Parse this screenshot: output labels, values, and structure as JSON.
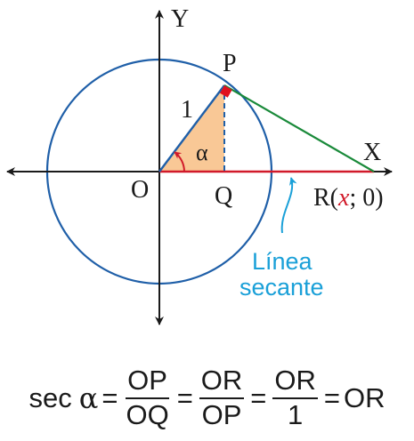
{
  "axes": {
    "x_label": "X",
    "y_label": "Y"
  },
  "points": {
    "origin": "O",
    "foot": "Q",
    "tangent_point": "P",
    "secant_point_prefix": "R(",
    "secant_point_var": "x",
    "secant_point_suffix": "; 0)"
  },
  "labels": {
    "radius": "1",
    "angle": "α",
    "line_name_1": "Línea",
    "line_name_2": "secante"
  },
  "formula": {
    "func": "sec",
    "angle": "α",
    "f1_num": "OP",
    "f1_den": "OQ",
    "f2_num": "OR",
    "f2_den": "OP",
    "f3_num": "OR",
    "f3_den": "1",
    "result": "OR"
  },
  "colors": {
    "circle": "#1f5fa8",
    "radius": "#1f5fa8",
    "triangle_fill": "#f9c896",
    "tangent": "#1a8a3a",
    "secant": "#d11a2a",
    "right_angle_mark": "#e0101e",
    "callout": "#1aa0d8",
    "axis": "#1a1a1a",
    "variable": "#d11a2a"
  }
}
